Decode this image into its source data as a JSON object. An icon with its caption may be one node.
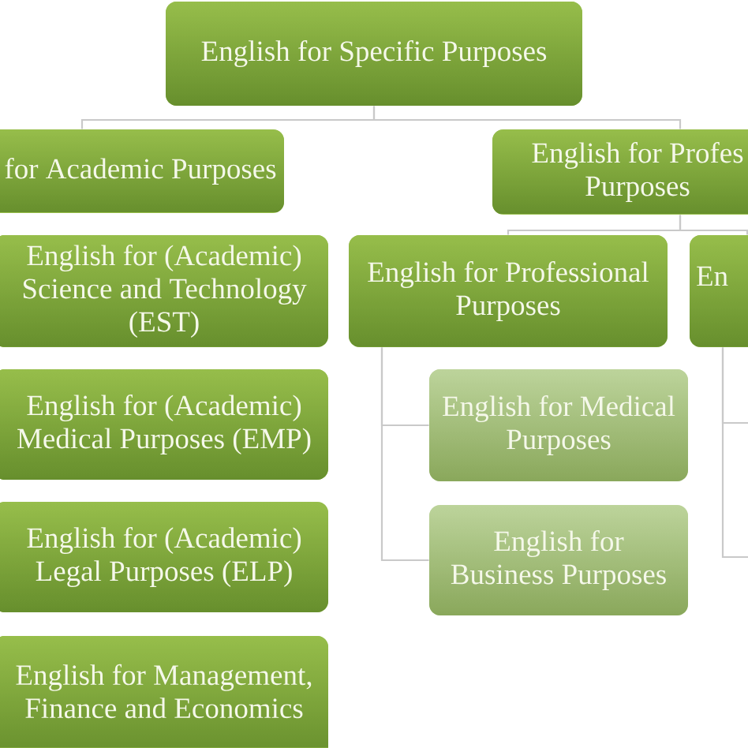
{
  "diagram": {
    "nodes": [
      {
        "text": [
          "English for Specific Purposes"
        ]
      },
      {
        "text": [
          "for Academic Purposes"
        ]
      },
      {
        "text": [
          "English for Profes Purposes"
        ]
      },
      {
        "text": [
          "English for (Academic) Science and Technology (EST)"
        ]
      },
      {
        "text": [
          "English for Professional Purposes"
        ]
      },
      {
        "text": [
          "En"
        ]
      },
      {
        "text": [
          "English for (Academic) Medical Purposes (EMP)"
        ]
      },
      {
        "text": [
          "English for Medical Purposes"
        ]
      },
      {
        "text": [
          "English for (Academic) Legal Purposes (ELP)"
        ]
      },
      {
        "text": [
          "English for Business Purposes"
        ]
      },
      {
        "text": [
          "English for Management, Finance and Economics"
        ]
      }
    ],
    "edges": [
      {
        "from": 0,
        "to": 1,
        "arrow": "none"
      },
      {
        "from": 0,
        "to": 2,
        "arrow": "none"
      },
      {
        "from": 2,
        "to": 4,
        "arrow": "none"
      },
      {
        "from": 2,
        "to": 5,
        "arrow": "none"
      },
      {
        "from": 4,
        "to": 7,
        "arrow": "none"
      },
      {
        "from": 4,
        "to": 9,
        "arrow": "none"
      },
      {
        "from": 5,
        "to": null,
        "arrow": "none"
      },
      {
        "from": 5,
        "to": null,
        "arrow": "none"
      }
    ]
  }
}
